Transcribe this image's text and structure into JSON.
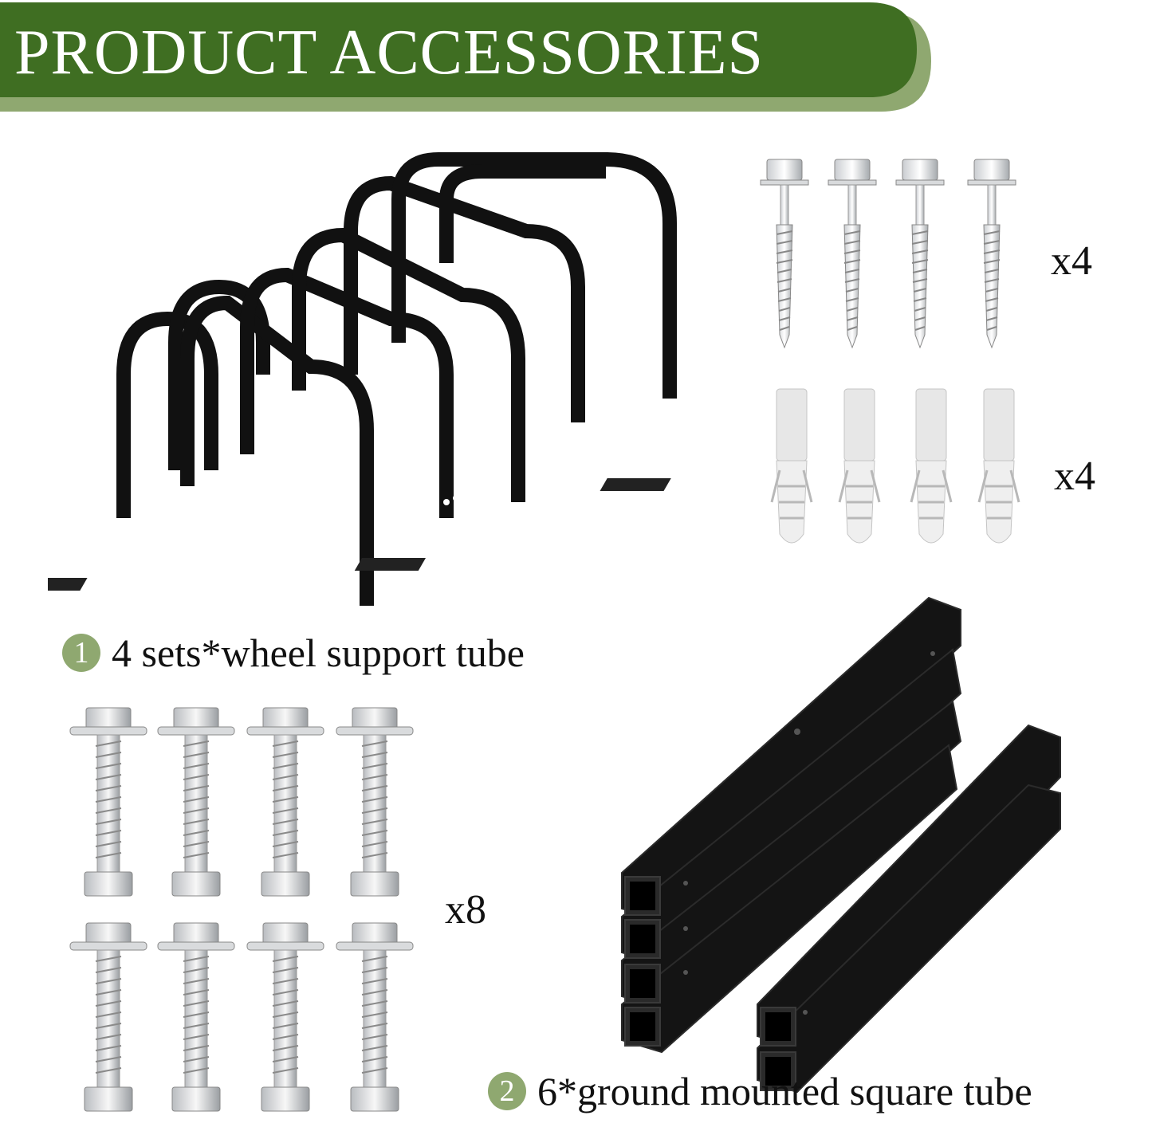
{
  "banner": {
    "title": "PRODUCT ACCESSORIES",
    "color": "#3f6e22",
    "accent": "#8fa870"
  },
  "items": [
    {
      "number": "1",
      "label": "4 sets*wheel support tube"
    },
    {
      "number": "2",
      "label": "6*ground mounted square tube"
    }
  ],
  "quantities": {
    "lag_screws": "x4",
    "anchors": "x4",
    "bolts": "x8"
  },
  "icons": [
    "wheel-support-tube-icon",
    "lag-screw-icon",
    "wall-anchor-icon",
    "hex-bolt-icon",
    "square-tube-icon"
  ]
}
